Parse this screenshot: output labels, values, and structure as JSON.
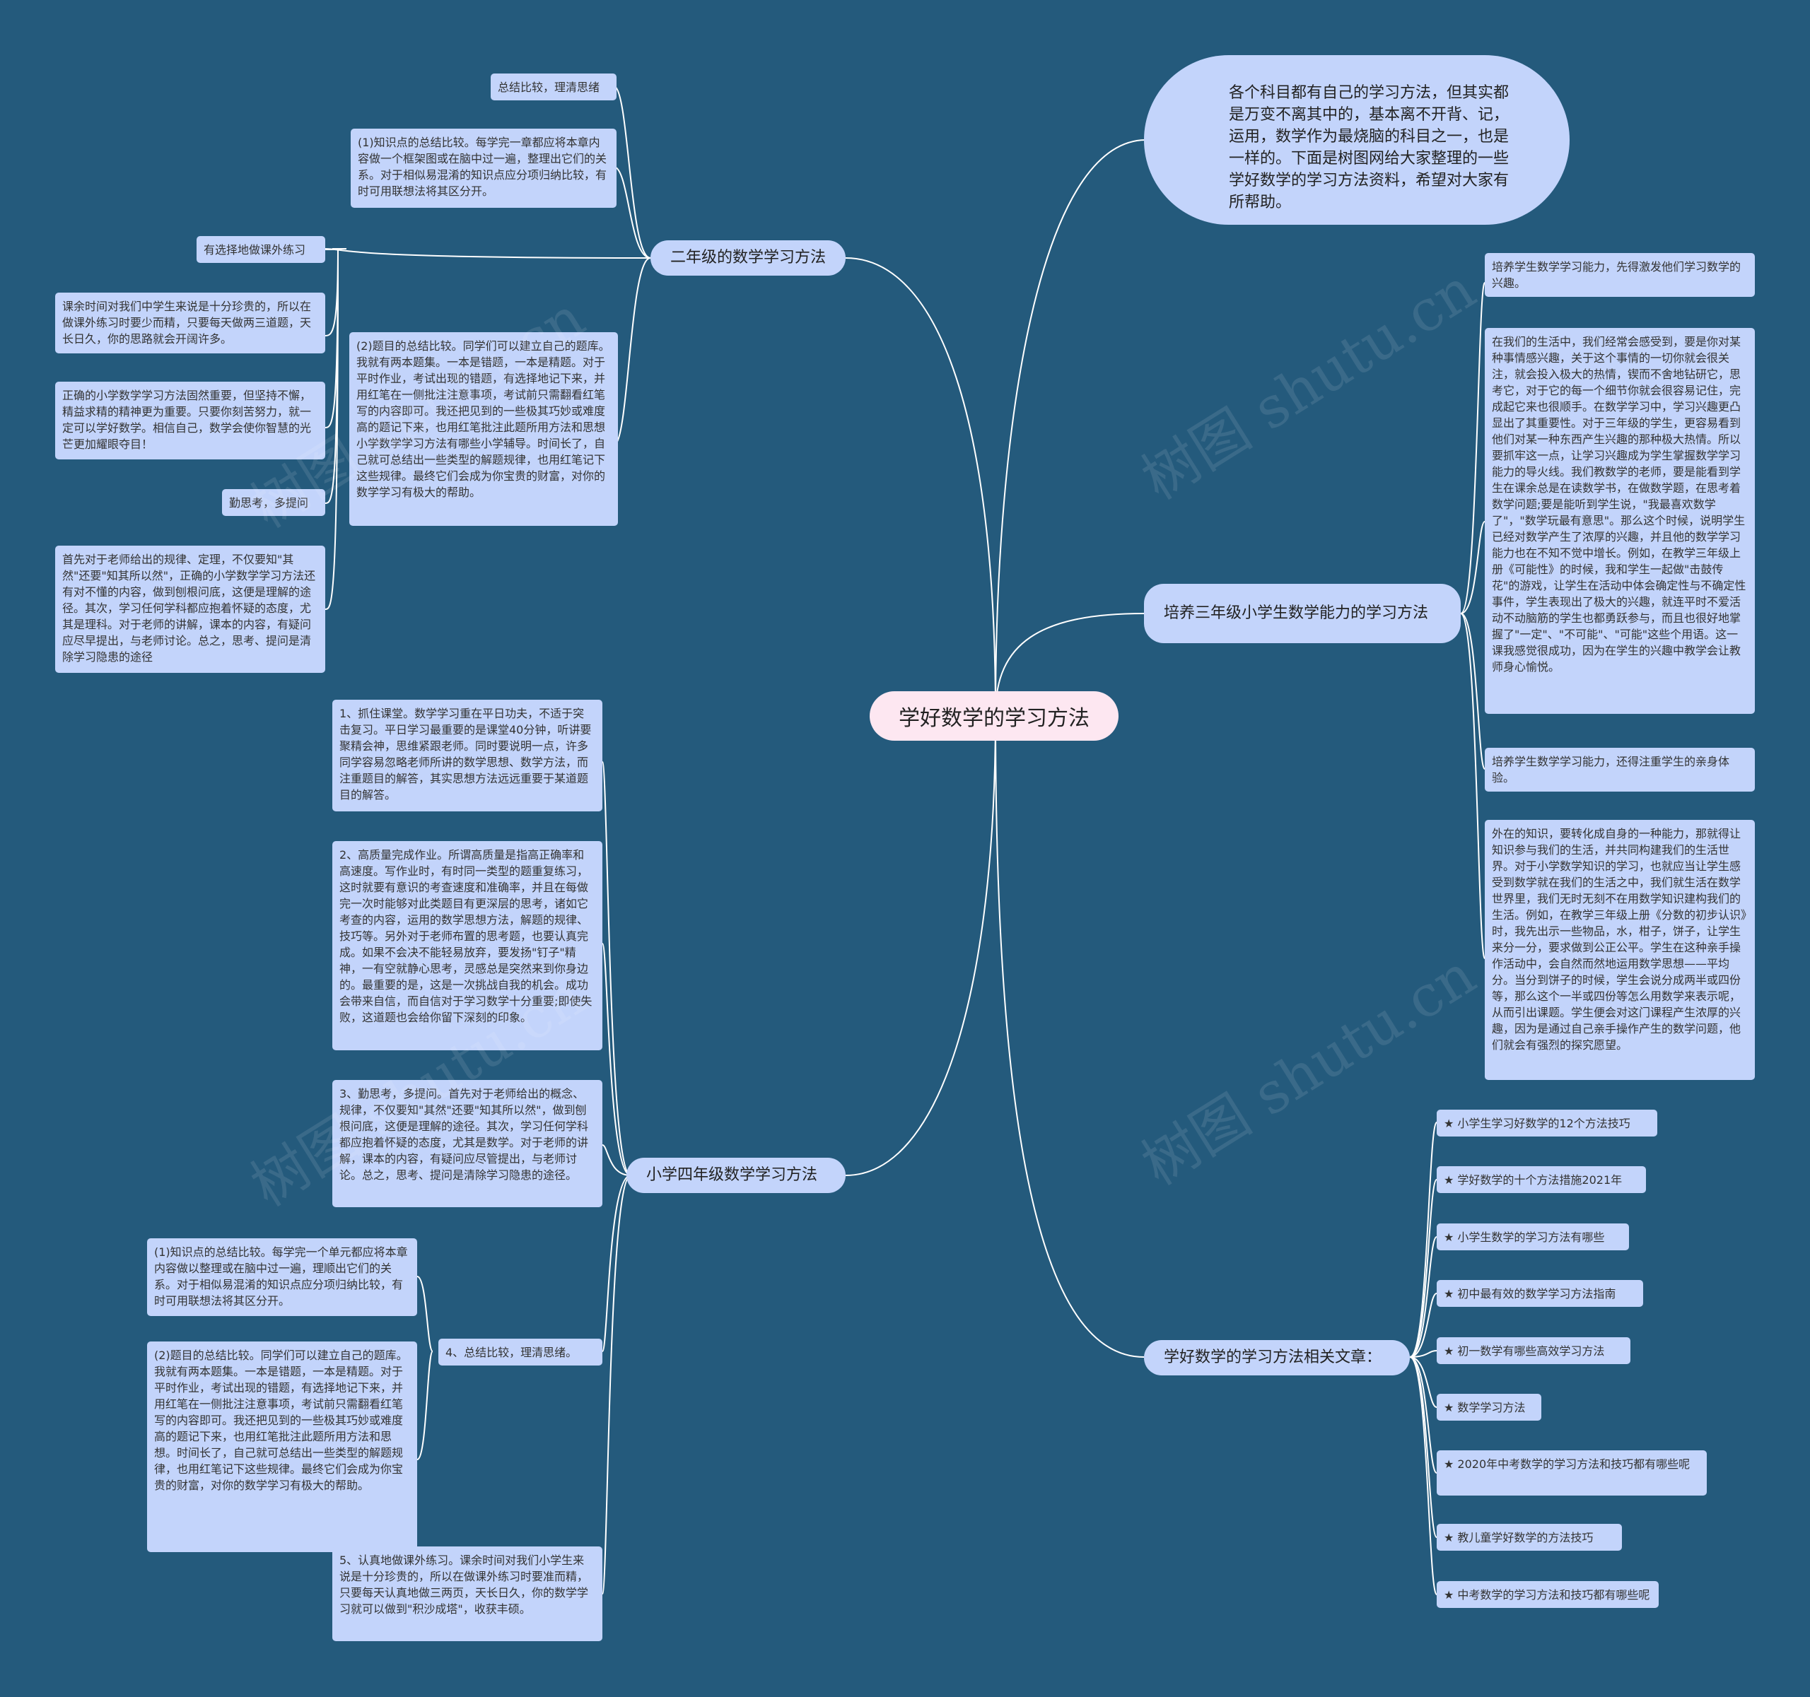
{
  "root": "学好数学的学习方法",
  "intro": "各个科目都有自己的学习方法，但其实都是万变不离其中的，基本离不开背、记，运用，数学作为最烧脑的科目之一，也是一样的。下面是树图网给大家整理的一些学好数学的学习方法资料，希望对大家有所帮助。",
  "grade2": {
    "title": "二年级的数学学习方法",
    "summary": "总结比较，理清思绪",
    "knowledge": "(1)知识点的总结比较。每学完一章都应将本章内容做一个框架图或在脑中过一遍，整理出它们的关系。对于相似易混淆的知识点应分项归纳比较，有时可用联想法将其区分开。",
    "problems": "(2)题目的总结比较。同学们可以建立自己的题库。我就有两本题集。一本是错题，一本是精题。对于平时作业，考试出现的错题，有选择地记下来，并用红笔在一侧批注注意事项，考试前只需翻看红笔写的内容即可。我还把见到的一些极其巧妙或难度高的题记下来，也用红笔批注此题所用方法和思想小学数学学习方法有哪些小学辅导。时间长了，自己就可总结出一些类型的解题规律，也用红笔记下这些规律。最终它们会成为你宝贵的财富，对你的数学学习有极大的帮助。",
    "extra_title": "有选择地做课外练习",
    "extra_text": "课余时间对我们中学生来说是十分珍贵的，所以在做课外练习时要少而精，只要每天做两三道题，天长日久，你的思路就会开阔许多。",
    "spirit": "正确的小学数学学习方法固然重要，但坚持不懈，精益求精的精神更为重要。只要你刻苦努力，就一定可以学好数学。相信自己，数学会使你智慧的光芒更加耀眼夺目！",
    "think_title": "勤思考，多提问",
    "think_text": "首先对于老师给出的规律、定理，不仅要知\"其然\"还要\"知其所以然\"，正确的小学数学学习方法还有对不懂的内容，做到刨根问底，这便是理解的途径。其次，学习任何学科都应抱着怀疑的态度，尤其是理科。对于老师的讲解，课本的内容，有疑问应尽早提出，与老师讨论。总之，思考、提问是清除学习隐患的途径"
  },
  "grade3": {
    "title": "培养三年级小学生数学能力的学习方法",
    "interest_title": "培养学生数学学习能力，先得激发他们学习数学的兴趣。",
    "interest_text": "在我们的生活中，我们经常会感受到，要是你对某种事情感兴趣，关于这个事情的一切你就会很关注，就会投入极大的热情，锲而不舍地钻研它，思考它，对于它的每一个细节你就会很容易记住，完成起它来也很顺手。在数学学习中，学习兴趣更凸显出了其重要性。对于三年级的学生，更容易看到他们对某一种东西产生兴趣的那种极大热情。所以要抓牢这一点，让学习兴趣成为学生掌握数学学习能力的导火线。我们教数学的老师，要是能看到学生在课余总是在读数学书，在做数学题，在思考着数学问题;要是能听到学生说，\"我最喜欢数学了\"，\"数学玩最有意思\"。那么这个时候，说明学生已经对数学产生了浓厚的兴趣，并且他的数学学习能力也在不知不觉中增长。例如，在教学三年级上册《可能性》的时候，我和学生一起做\"击鼓传花\"的游戏，让学生在活动中体会确定性与不确定性事件，学生表现出了极大的兴趣，就连平时不爱活动不动脑筋的学生也都勇跃参与，而且也很好地掌握了\"一定\"、\"不可能\"、\"可能\"这些个用语。这一课我感觉很成功，因为在学生的兴趣中教学会让教师身心愉悦。",
    "experience_title": "培养学生数学学习能力，还得注重学生的亲身体验。",
    "experience_text": "外在的知识，要转化成自身的一种能力，那就得让知识参与我们的生活，并共同构建我们的生活世界。对于小学数学知识的学习，也就应当让学生感受到数学就在我们的生活之中，我们就生活在数学世界里，我们无时无刻不在用数学知识建构我们的生活。例如，在教学三年级上册《分数的初步认识》时，我先出示一些物品，水，柑子，饼子，让学生来分一分，要求做到公正公平。学生在这种亲手操作活动中，会自然而然地运用数学思想——平均分。当分到饼子的时候，学生会说分成两半或四份等，那么这个一半或四份等怎么用数学来表示呢，从而引出课题。学生便会对这门课程产生浓厚的兴趣，因为是通过自己亲手操作产生的数学问题，他们就会有强烈的探究愿望。"
  },
  "grade4": {
    "title": "小学四年级数学学习方法",
    "p1": "1、抓住课堂。数学学习重在平日功夫，不适于突击复习。平日学习最重要的是课堂40分钟，听讲要聚精会神，思维紧跟老师。同时要说明一点，许多同学容易忽略老师所讲的数学思想、数学方法，而注重题目的解答，其实思想方法远远重要于某道题目的解答。",
    "p2": "2、高质量完成作业。所谓高质量是指高正确率和高速度。写作业时，有时同一类型的题重复练习，这时就要有意识的考查速度和准确率，并且在每做完一次时能够对此类题目有更深层的思考，诸如它考查的内容，运用的数学思想方法，解题的规律、技巧等。另外对于老师布置的思考题，也要认真完成。如果不会决不能轻易放弃，要发扬\"钉子\"精神，一有空就静心思考，灵感总是突然来到你身边的。最重要的是，这是一次挑战自我的机会。成功会带来自信，而自信对于学习数学十分重要;即使失败，这道题也会给你留下深刻的印象。",
    "p3": "3、勤思考，多提问。首先对于老师给出的概念、规律，不仅要知\"其然\"还要\"知其所以然\"，做到刨根问底，这便是理解的途径。其次，学习任何学科都应抱着怀疑的态度，尤其是数学。对于老师的讲解，课本的内容，有疑问应尽管提出，与老师讨论。总之，思考、提问是清除学习隐患的途径。",
    "p4_title": "4、总结比较，理清思绪。",
    "p4_a": "(1)知识点的总结比较。每学完一个单元都应将本章内容做以整理或在脑中过一遍，理顺出它们的关系。对于相似易混淆的知识点应分项归纳比较，有时可用联想法将其区分开。",
    "p4_b": "(2)题目的总结比较。同学们可以建立自己的题库。我就有两本题集。一本是错题，一本是精题。对于平时作业，考试出现的错题，有选择地记下来，并用红笔在一侧批注注意事项，考试前只需翻看红笔写的内容即可。我还把见到的一些极其巧妙或难度高的题记下来，也用红笔批注此题所用方法和思想。时间长了，自己就可总结出一些类型的解题规律，也用红笔记下这些规律。最终它们会成为你宝贵的财富，对你的数学学习有极大的帮助。",
    "p5": "5、认真地做课外练习。课余时间对我们小学生来说是十分珍贵的，所以在做课外练习时要准而精，只要每天认真地做三两页，天长日久，你的数学学习就可以做到\"积沙成塔\"，收获丰硕。"
  },
  "related": {
    "title": "学好数学的学习方法相关文章：",
    "items": [
      "★ 小学生学习好数学的12个方法技巧",
      "★ 学好数学的十个方法措施2021年",
      "★ 小学生数学的学习方法有哪些",
      "★ 初中最有效的数学学习方法指南",
      "★ 初一数学有哪些高效学习方法",
      "★ 数学学习方法",
      "★ 2020年中考数学的学习方法和技巧都有哪些呢",
      "★ 教儿童学好数学的方法技巧",
      "★ 中考数学的学习方法和技巧都有哪些呢"
    ]
  },
  "watermark": "树图 shutu.cn",
  "colors": {
    "background": "#245a7c",
    "node": "#c3d4fb",
    "root": "#fde7f1",
    "link": "#ffffff"
  }
}
